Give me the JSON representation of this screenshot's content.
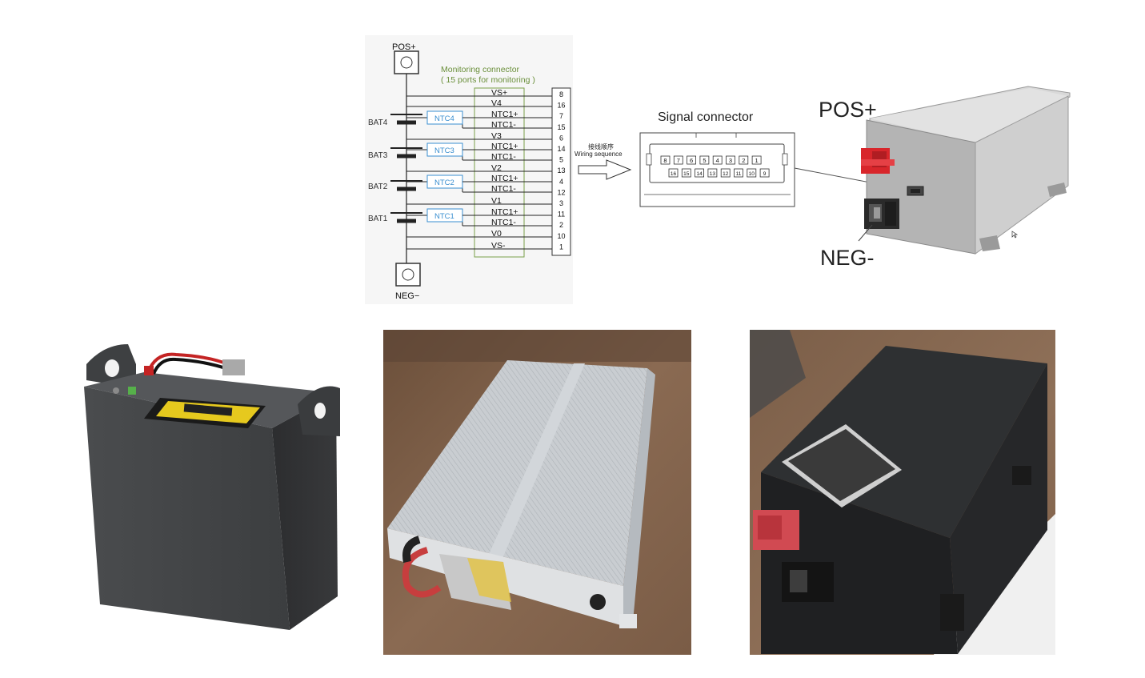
{
  "schematic": {
    "pos_label": "POS+",
    "neg_label": "NEG−",
    "monitor_title": "Monitoring connector",
    "monitor_subtitle": "( 15 ports for monitoring )",
    "batteries": [
      "BAT4",
      "BAT3",
      "BAT2",
      "BAT1"
    ],
    "ntc": [
      "NTC4",
      "NTC3",
      "NTC2",
      "NTC1"
    ],
    "signals": [
      "VS+",
      "V4",
      "NTC1+",
      "NTC1-",
      "V3",
      "NTC1+",
      "NTC1-",
      "V2",
      "NTC1+",
      "NTC1-",
      "V1",
      "NTC1+",
      "NTC1-",
      "V0",
      "VS-"
    ],
    "pins": [
      "8",
      "16",
      "7",
      "15",
      "6",
      "14",
      "5",
      "13",
      "4",
      "12",
      "3",
      "11",
      "2",
      "10",
      "1"
    ],
    "wiring_cn": "接线顺序",
    "wiring_en": "Wiring sequence"
  },
  "connector": {
    "title": "Signal connector",
    "top_row": [
      "8",
      "7",
      "6",
      "5",
      "4",
      "3",
      "2",
      "1"
    ],
    "bottom_row": [
      "16",
      "15",
      "14",
      "13",
      "12",
      "11",
      "10",
      "9"
    ]
  },
  "render": {
    "pos_label": "POS+",
    "neg_label": "NEG-"
  },
  "colors": {
    "monitor_green": "#6a8f3a",
    "ntc_blue": "#3a8fd0",
    "pos_red": "#d8262b",
    "neg_black": "#2a2a2a"
  }
}
